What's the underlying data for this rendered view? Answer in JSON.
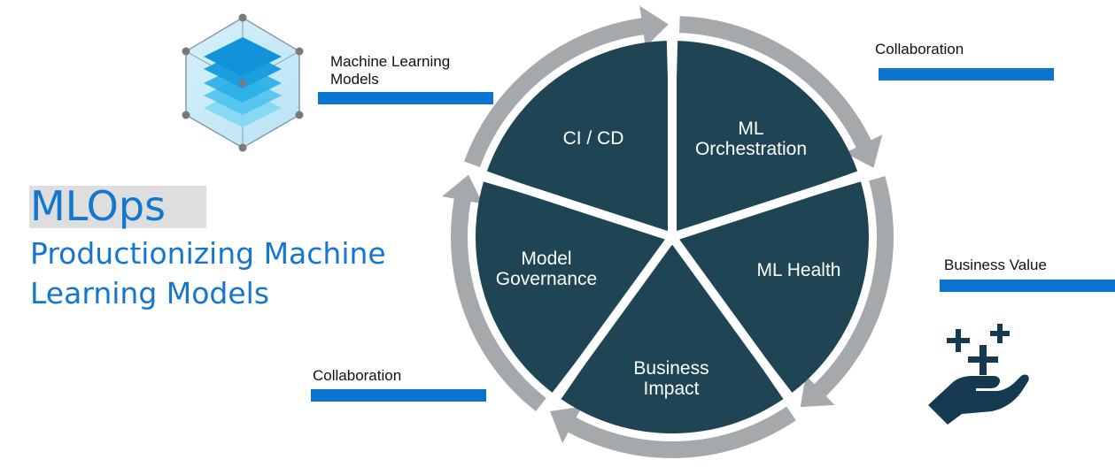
{
  "title": "MLOps",
  "subtitle": {
    "line1": "Productionizing Machine",
    "line2": "Learning Models"
  },
  "callouts": {
    "ml_models": {
      "line1": "Machine Learning",
      "line2": "Models"
    },
    "collaboration_top": "Collaboration",
    "business_value": "Business Value",
    "collaboration_bottom": "Collaboration"
  },
  "segments": {
    "cicd": [
      "CI / CD"
    ],
    "orchestration": [
      "ML",
      "Orchestration"
    ],
    "health": [
      "ML Health"
    ],
    "impact": [
      "Business",
      "Impact"
    ],
    "governance": [
      "Model",
      "Governance"
    ]
  },
  "icons": {
    "cube": "layered-cube-icon",
    "hand": "hand-with-plus-signs-icon"
  },
  "colors": {
    "segment": "#1f4554",
    "ring": "#a6a9ac",
    "accent_blue": "#1576cf",
    "bar_blue": "#0b74d1",
    "title_box": "#dedede",
    "hand_icon": "#153a4f"
  }
}
